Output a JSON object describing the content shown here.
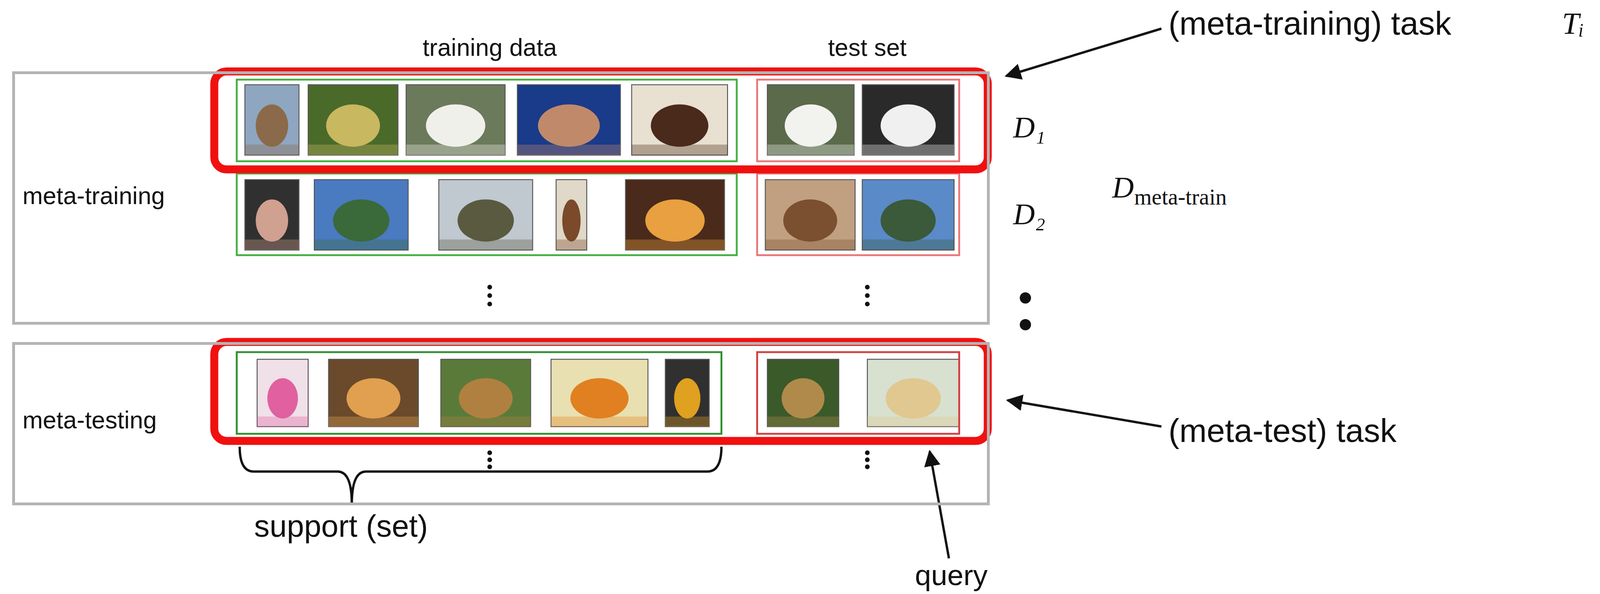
{
  "diagram": {
    "nodes": [
      {
        "text": [
          "meta-training"
        ]
      },
      {
        "text": [
          "meta-testing"
        ]
      }
    ],
    "labels": [
      "training data",
      "test set",
      "(meta-training) task",
      "Tᵢ",
      "D₁",
      "D₂",
      "D",
      "meta-train",
      "(meta-test) task",
      "support (set)",
      "query"
    ]
  }
}
